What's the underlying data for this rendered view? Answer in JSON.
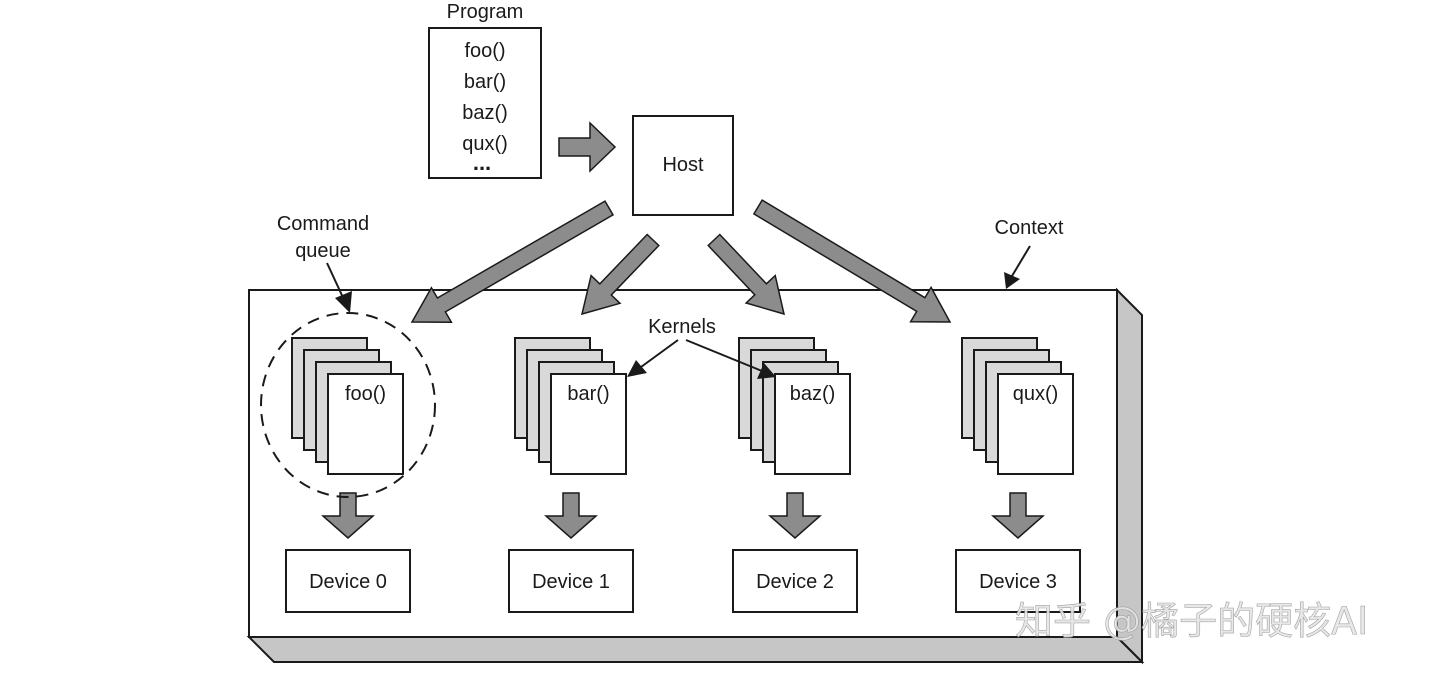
{
  "program": {
    "title": "Program",
    "functions": [
      "foo()",
      "bar()",
      "baz()",
      "qux()"
    ],
    "ellipsis": "..."
  },
  "host": {
    "label": "Host"
  },
  "annotations": {
    "command_queue_line1": "Command",
    "command_queue_line2": "queue",
    "context": "Context",
    "kernels": "Kernels"
  },
  "queues": [
    {
      "kernel": "foo()",
      "device": "Device 0"
    },
    {
      "kernel": "bar()",
      "device": "Device 1"
    },
    {
      "kernel": "baz()",
      "device": "Device 2"
    },
    {
      "kernel": "qux()",
      "device": "Device 3"
    }
  ],
  "watermark": "知乎 @橘子的硬核AI",
  "colors": {
    "stroke": "#1a1a1a",
    "arrow_fill": "#8c8c8c",
    "card_back_fill": "#d9d9d9",
    "context_side_fill": "#c6c6c6",
    "watermark": "#e6e6e6"
  }
}
